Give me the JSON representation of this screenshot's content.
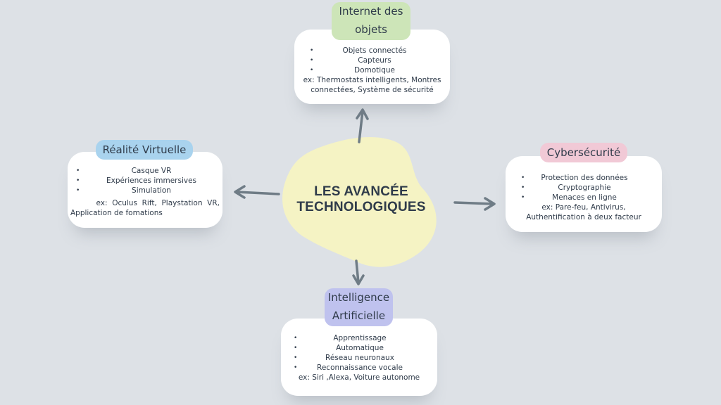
{
  "central": {
    "title_line1": "LES AVANCÉE",
    "title_line2": "TECHNOLOGIQUES"
  },
  "iot": {
    "label_line1": "Internet des",
    "label_line2": "objets",
    "items": [
      "Objets connectés",
      "Capteurs",
      "Domotique"
    ],
    "example_line1": "ex: Thermostats intelligents, Montres",
    "example_line2": "connectées, Système de sécurité",
    "label_color": "#cde5b8"
  },
  "vr": {
    "label": "Réalité Virtuelle",
    "items": [
      "Casque VR",
      "Expériences immersives",
      "Simulation"
    ],
    "example_line1": "ex:  Oculus  Rift,  Playstation  VR,",
    "example_line2": "Application de fomations",
    "label_color": "#a9d3ee"
  },
  "cyber": {
    "label": "Cybersécurité",
    "items": [
      "Protection des données",
      "Cryptographie",
      "Menaces en ligne"
    ],
    "example_line1": "ex: Pare-feu, Antivirus,",
    "example_line2": "Authentification à deux facteur",
    "label_color": "#f1c9d6"
  },
  "ai": {
    "label_line1": "Intelligence",
    "label_line2": "Artificielle",
    "items": [
      "Apprentissage",
      "Automatique",
      "Réseau neuronaux",
      "Reconnaissance vocale"
    ],
    "example_line1": "ex: Siri ,Alexa, Voiture autonome",
    "label_color": "#bfc2ee"
  },
  "colors": {
    "background": "#dde1e6",
    "blob": "#f5f3c4",
    "arrow": "#6f7c86",
    "text": "#2f3b4a"
  }
}
